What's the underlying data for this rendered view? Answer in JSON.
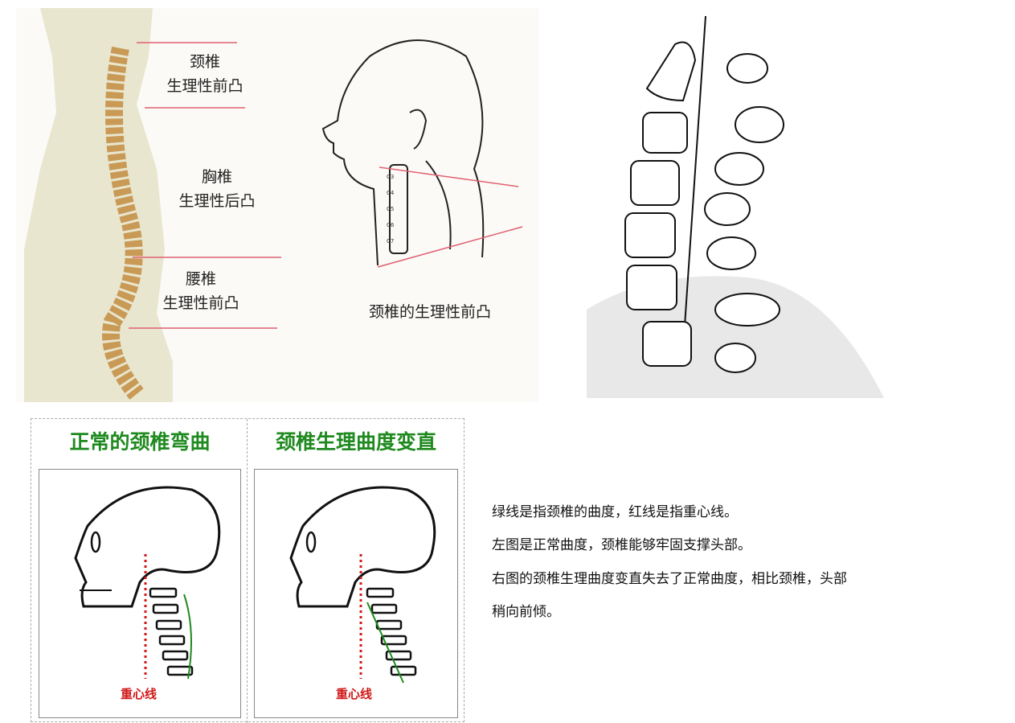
{
  "spine_figure": {
    "cervical": {
      "name": "颈椎",
      "desc": "生理性前凸"
    },
    "thoracic": {
      "name": "胸椎",
      "desc": "生理性后凸"
    },
    "lumbar": {
      "name": "腰椎",
      "desc": "生理性前凸"
    },
    "line_color": "#e06070"
  },
  "neck_figure": {
    "caption": "颈椎的生理性前凸",
    "vertebra_labels": [
      "C3",
      "C4",
      "C5",
      "C6",
      "C7"
    ]
  },
  "comparison": {
    "left_title": "正常的颈椎弯曲",
    "right_title": "颈椎生理曲度变直",
    "center_line_label": "重心线",
    "title_color": "#1f8a1f",
    "curve_color": "#1f8a1f",
    "center_line_color": "#d01818"
  },
  "notes": [
    "绿线是指颈椎的曲度，红线是指重心线。",
    "左图是正常曲度，颈椎能够牢固支撑头部。",
    "右图的颈椎生理曲度变直失去了正常曲度，相比颈椎，头部",
    "稍向前倾。"
  ]
}
